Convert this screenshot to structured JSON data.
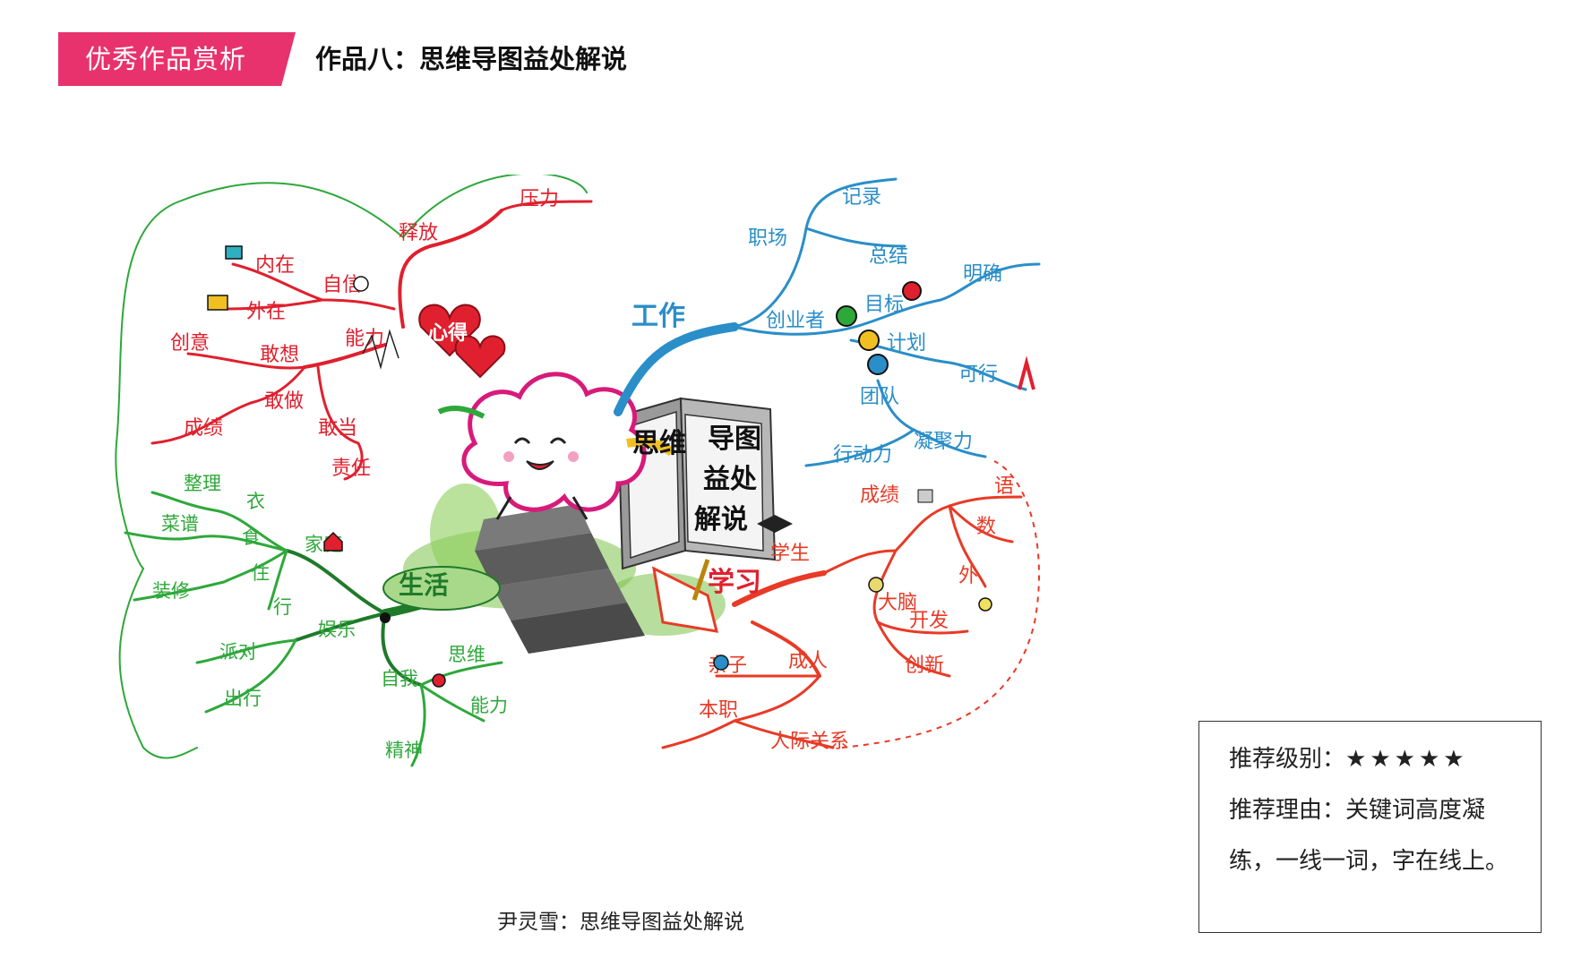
{
  "header": {
    "badge": "优秀作品赏析",
    "title": "作品八：思维导图益处解说"
  },
  "center": {
    "title_lines": [
      "思维",
      "导图",
      "益处",
      "解说"
    ]
  },
  "branches": {
    "gain": {
      "label": "心得",
      "color": "#e0202e",
      "children": [
        "释放",
        "压力",
        "自信",
        "内在",
        "外在",
        "能力",
        "敢想",
        "创意",
        "敢做",
        "成绩",
        "敢当",
        "责任"
      ]
    },
    "work": {
      "label": "工作",
      "color": "#2a8ec8",
      "children": [
        "职场",
        "记录",
        "总结",
        "创业者",
        "目标",
        "明确",
        "计划",
        "可行",
        "团队",
        "行动力",
        "凝聚力"
      ]
    },
    "life": {
      "label": "生活",
      "color": "#2ea83a",
      "children": [
        "家庭",
        "衣",
        "整理",
        "食",
        "菜谱",
        "住",
        "装修",
        "行",
        "娱乐",
        "派对",
        "出行",
        "自我",
        "思维",
        "能力",
        "精神"
      ]
    },
    "study": {
      "label": "学习",
      "color": "#e83a26",
      "children": [
        "学生",
        "成绩",
        "语",
        "数",
        "外",
        "大脑",
        "开发",
        "创新",
        "成人",
        "亲子",
        "本职",
        "人际关系"
      ]
    }
  },
  "caption": "尹灵雪：思维导图益处解说",
  "recommendation": {
    "level_label": "推荐级别：",
    "stars": "★★★★★",
    "reason_label": "推荐理由：",
    "reason_text": "关键词高度凝练，一线一词，字在线上。"
  }
}
